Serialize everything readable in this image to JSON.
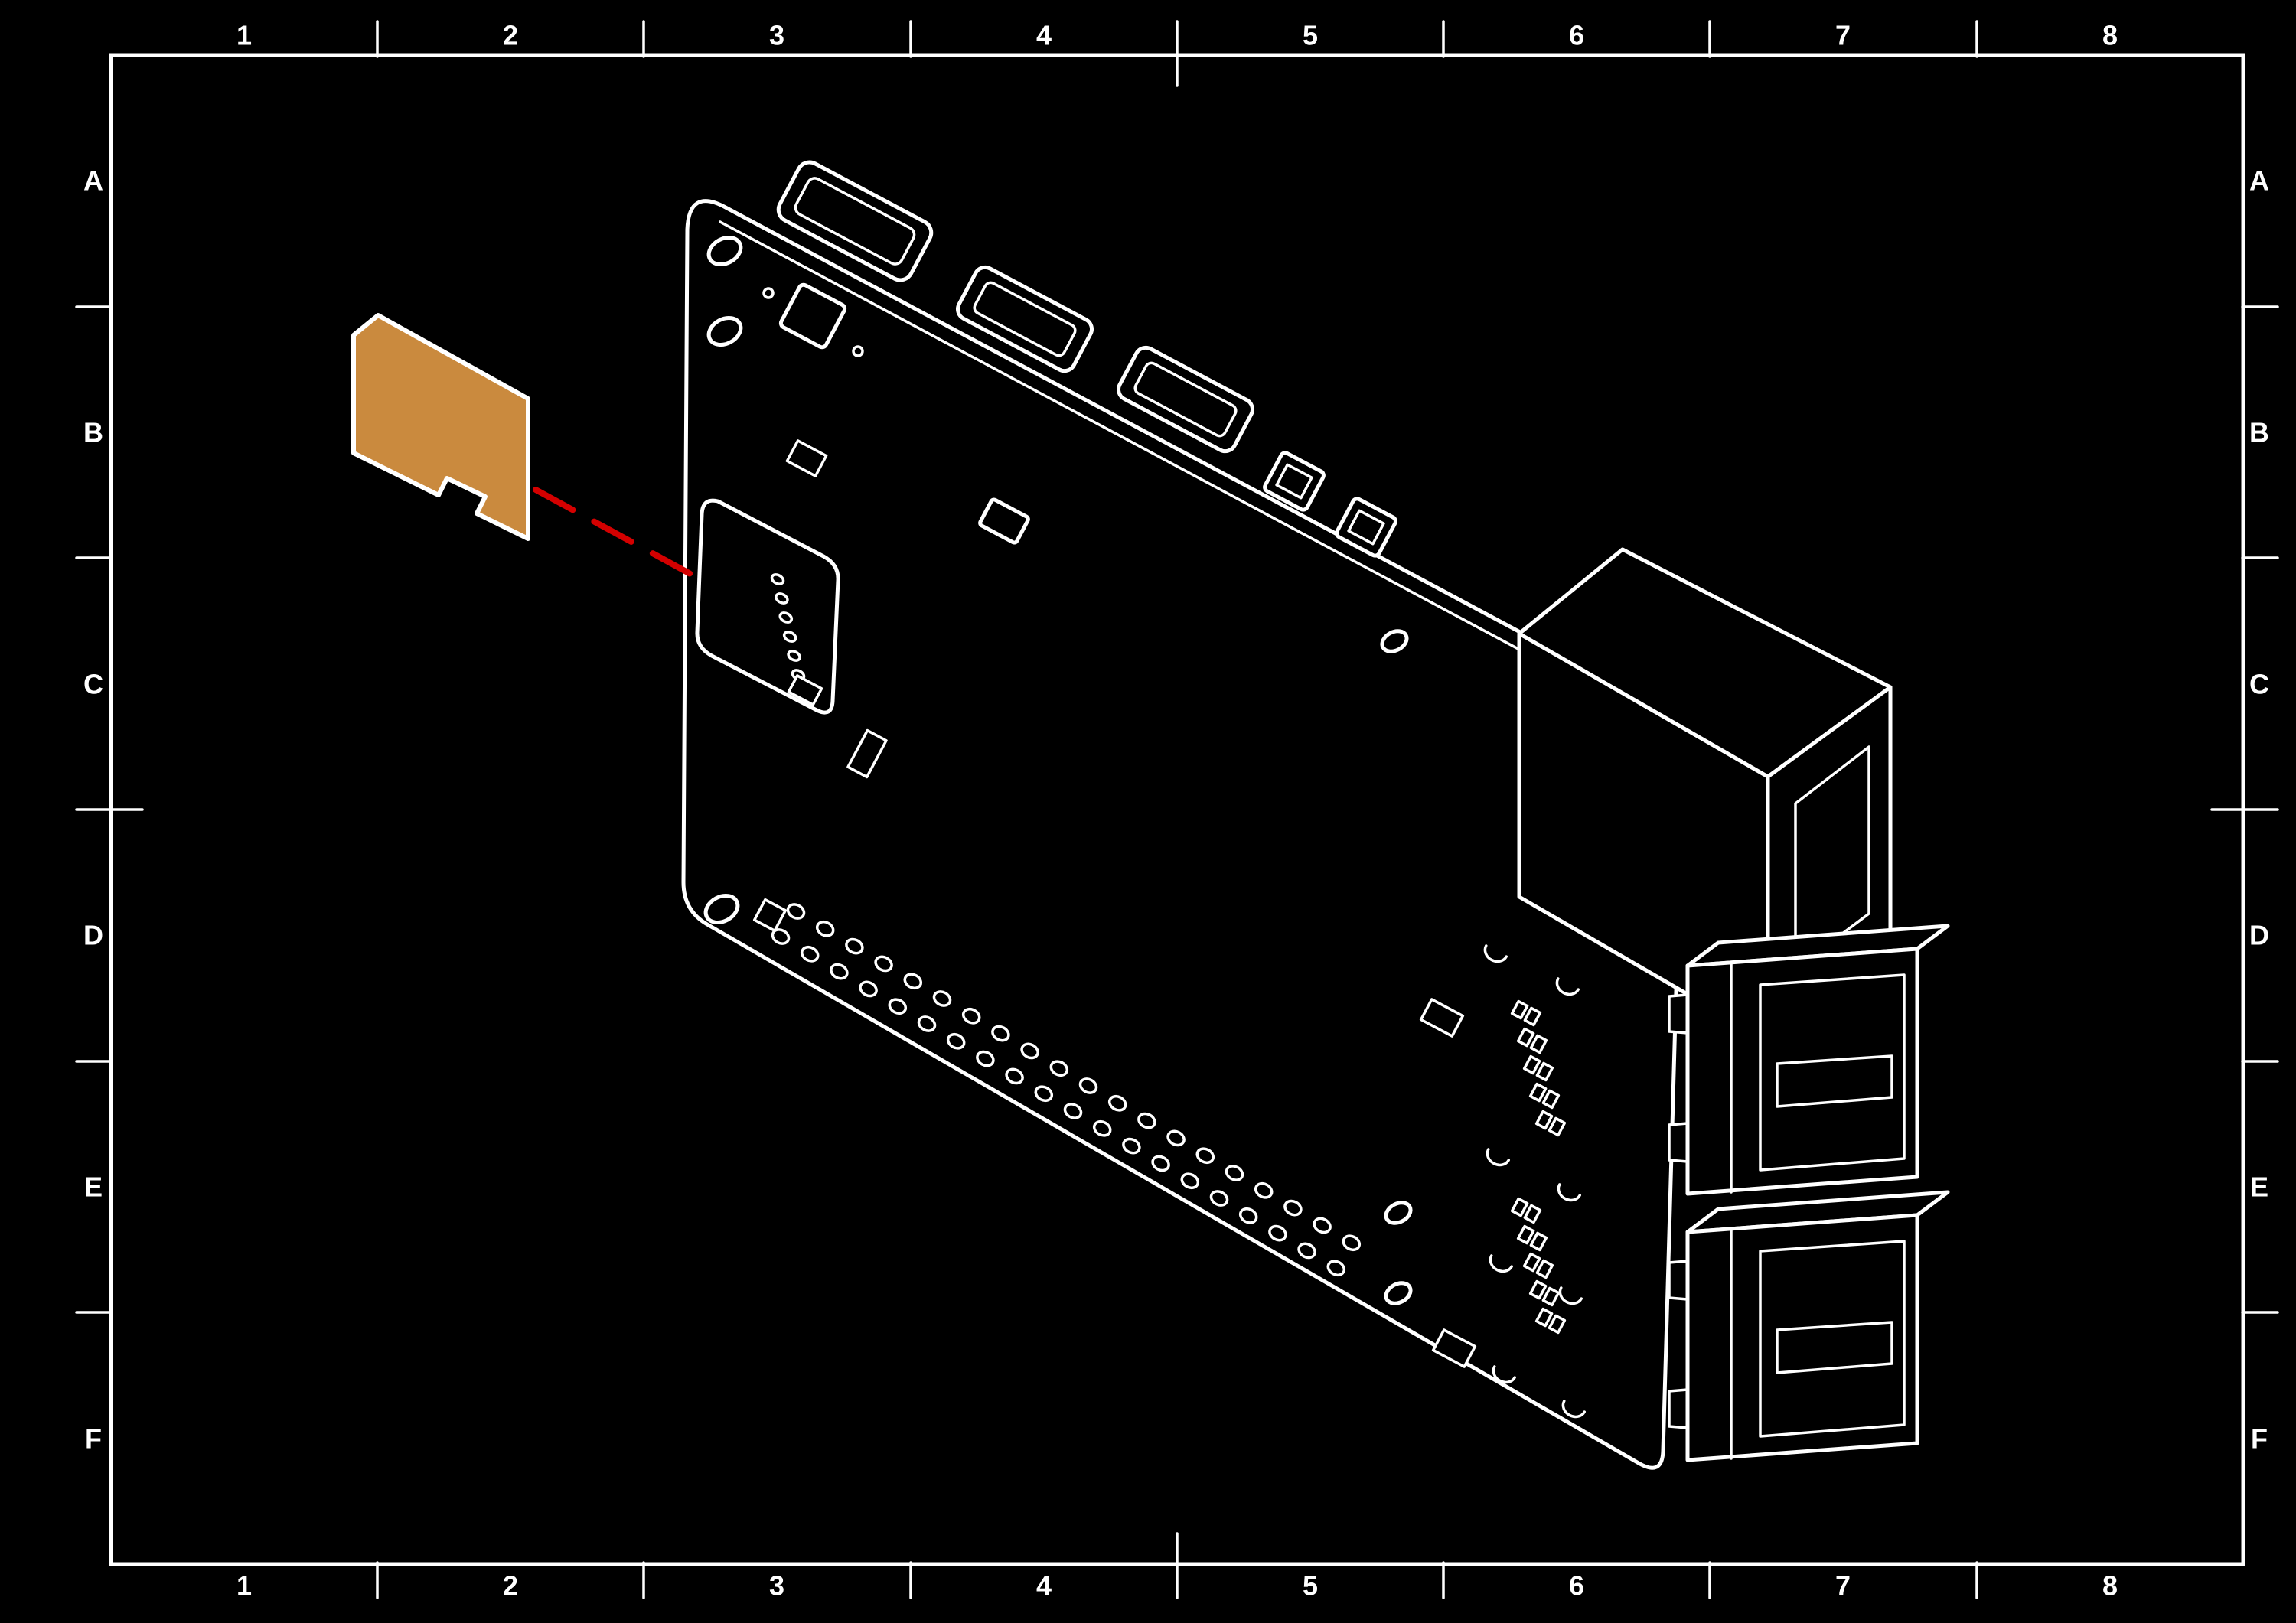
{
  "grid": {
    "columns": [
      "1",
      "2",
      "3",
      "4",
      "5",
      "6",
      "7",
      "8"
    ],
    "rows": [
      "A",
      "B",
      "C",
      "D",
      "E",
      "F"
    ]
  },
  "colors": {
    "background": "#000000",
    "line": "#ffffff",
    "sd_card": "#ca8a3e",
    "leader_line": "#d40000"
  },
  "diagram": {
    "parts": [
      "pcb-board",
      "microsd-card",
      "microsd-slot",
      "gpio-header",
      "ethernet-port",
      "usb-port-stack",
      "hdmi-connectors",
      "mounting-holes"
    ],
    "gpio": {
      "rows": 2,
      "columns": 20
    }
  }
}
